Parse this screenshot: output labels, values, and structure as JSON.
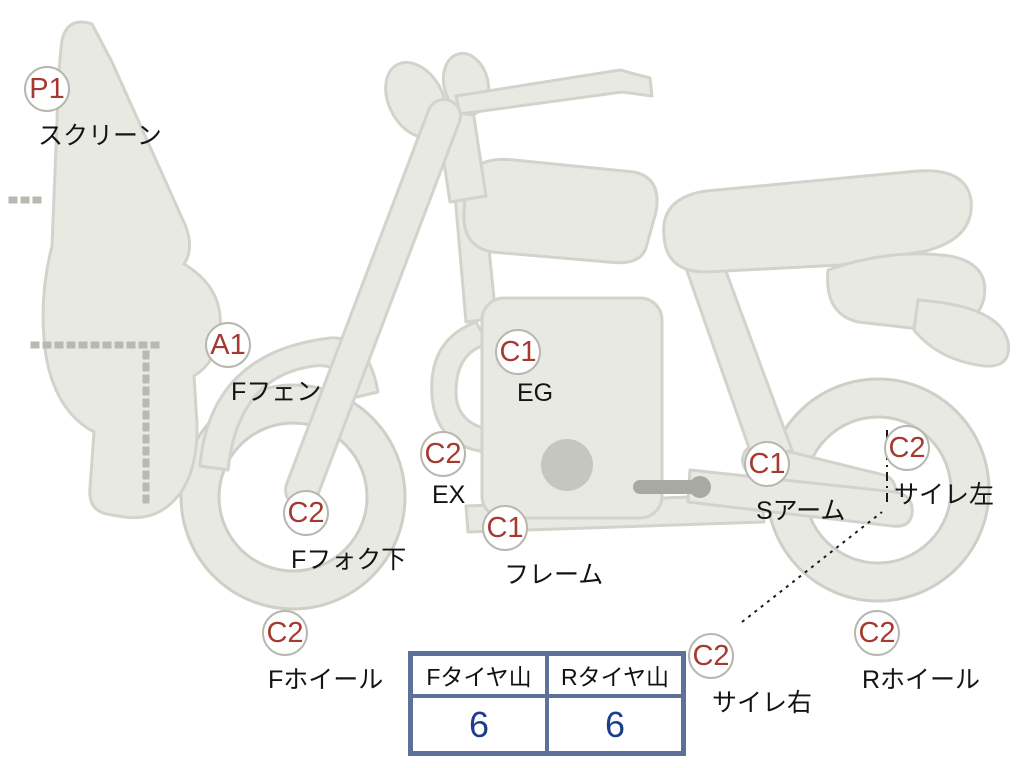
{
  "diagram": {
    "title": "motorcycle-condition-diagram",
    "markers": [
      {
        "code": "P1",
        "label": "スクリーン"
      },
      {
        "code": "A1",
        "label": "Fフェン"
      },
      {
        "code": "C1",
        "label": "EG"
      },
      {
        "code": "C2",
        "label": "EX"
      },
      {
        "code": "C2",
        "label": "Fフォク下"
      },
      {
        "code": "C1",
        "label": "フレーム"
      },
      {
        "code": "C2",
        "label": "Fホイール"
      },
      {
        "code": "C1",
        "label": "Sアーム"
      },
      {
        "code": "C2",
        "label": "サイレ左"
      },
      {
        "code": "C2",
        "label": "サイレ右"
      },
      {
        "code": "C2",
        "label": "Rホイール"
      }
    ],
    "colors": {
      "marker_code_text": "#a63a31",
      "marker_border": "#b7b7af",
      "label_text": "#141414",
      "body_fill": "#e9e9e3",
      "body_outline": "#d3d3cb",
      "table_border": "#5d7097",
      "table_value_text": "#1d3e8c"
    }
  },
  "tread_table": {
    "columns": [
      {
        "header": "Fタイヤ山",
        "value": "6"
      },
      {
        "header": "Rタイヤ山",
        "value": "6"
      }
    ]
  }
}
